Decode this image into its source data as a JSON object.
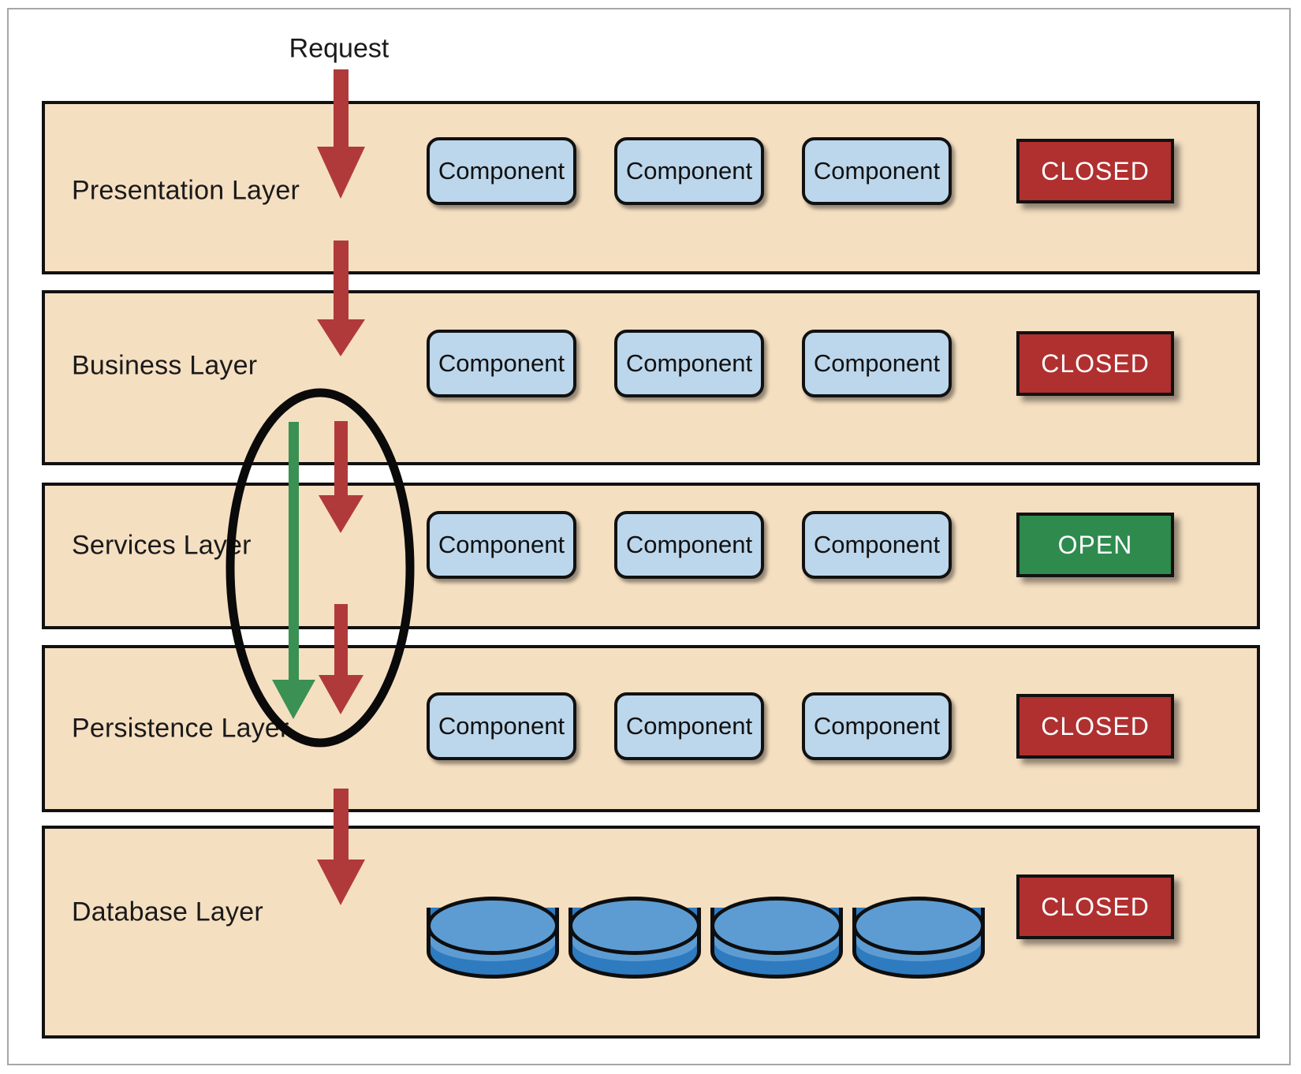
{
  "diagram": {
    "title_label": "Request",
    "colors": {
      "layer_fill": "#f5dfc1",
      "component_fill": "#bcd7ec",
      "closed_badge": "#b03030",
      "open_badge": "#2f8a4e",
      "request_arrow": "#b03a3a",
      "response_arrow": "#3a9153",
      "cylinder_top": "#5d9cd3",
      "cylinder_body": "#2f7bc0",
      "outline": "#111111"
    },
    "layers": [
      {
        "name": "Presentation Layer",
        "components": [
          "Component",
          "Component",
          "Component"
        ],
        "status": "CLOSED",
        "status_state": "closed"
      },
      {
        "name": "Business Layer",
        "components": [
          "Component",
          "Component",
          "Component"
        ],
        "status": "CLOSED",
        "status_state": "closed"
      },
      {
        "name": "Services Layer",
        "components": [
          "Component",
          "Component",
          "Component"
        ],
        "status": "OPEN",
        "status_state": "open"
      },
      {
        "name": "Persistence Layer",
        "components": [
          "Component",
          "Component",
          "Component"
        ],
        "status": "CLOSED",
        "status_state": "closed"
      },
      {
        "name": "Database Layer",
        "databases": [
          "database-cylinder",
          "database-cylinder",
          "database-cylinder",
          "database-cylinder"
        ],
        "status": "CLOSED",
        "status_state": "closed"
      }
    ],
    "annotations": {
      "highlight_ellipse": "open-layer-bypass-highlight",
      "request_flow_arrow": "downward-request-arrow",
      "bypass_return_arrow": "upward-green-bypass-arrow"
    }
  }
}
